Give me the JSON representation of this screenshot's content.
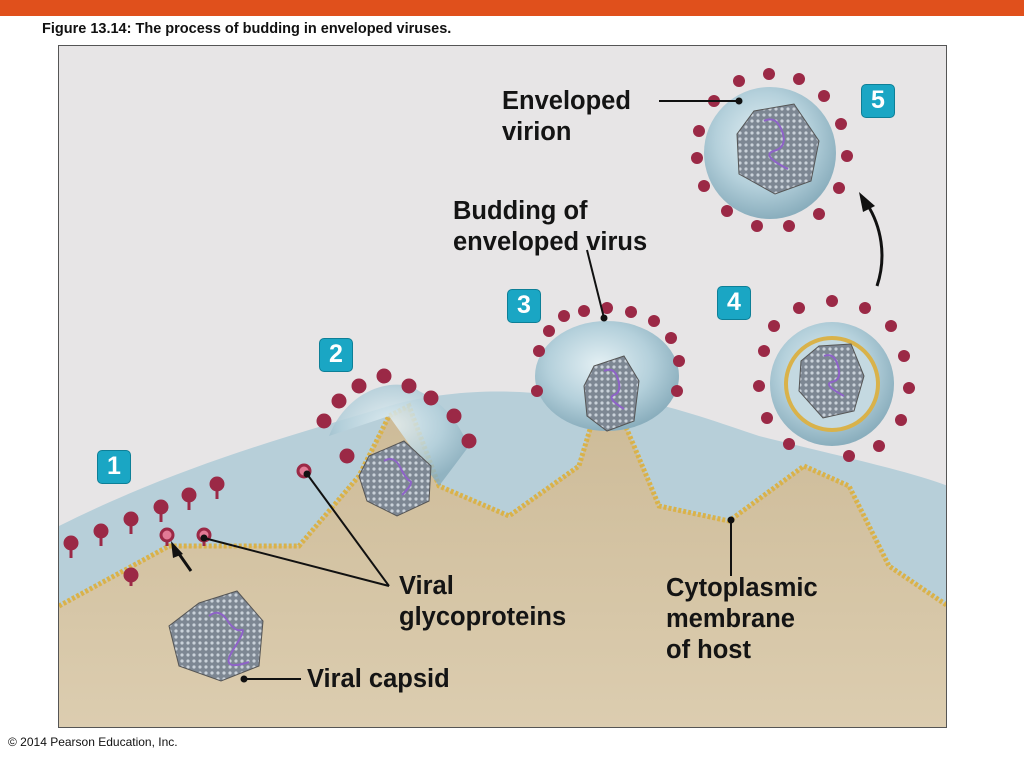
{
  "header": {
    "figure_title": "Figure 13.14: The process of budding in enveloped viruses.",
    "accent_color": "#e0501c"
  },
  "footer": {
    "copyright": "© 2014 Pearson Education, Inc."
  },
  "diagram": {
    "labels": {
      "enveloped_virion_1": "Enveloped",
      "enveloped_virion_2": "virion",
      "budding_1": "Budding of",
      "budding_2": "enveloped virus",
      "glyco_1": "Viral",
      "glyco_2": "glycoproteins",
      "cyto_1": "Cytoplasmic",
      "cyto_2": "membrane",
      "cyto_3": "of host",
      "capsid": "Viral capsid"
    },
    "steps": [
      "1",
      "2",
      "3",
      "4",
      "5"
    ],
    "colors": {
      "step_badge": "#1aa6c4",
      "membrane": "#d9b24a",
      "cytoplasm": "#d8c7a6",
      "envelope": "#a9c8d4",
      "glycoprotein": "#9b2946",
      "capsid": "#6f7a86",
      "genome": "#8e62c8"
    }
  }
}
